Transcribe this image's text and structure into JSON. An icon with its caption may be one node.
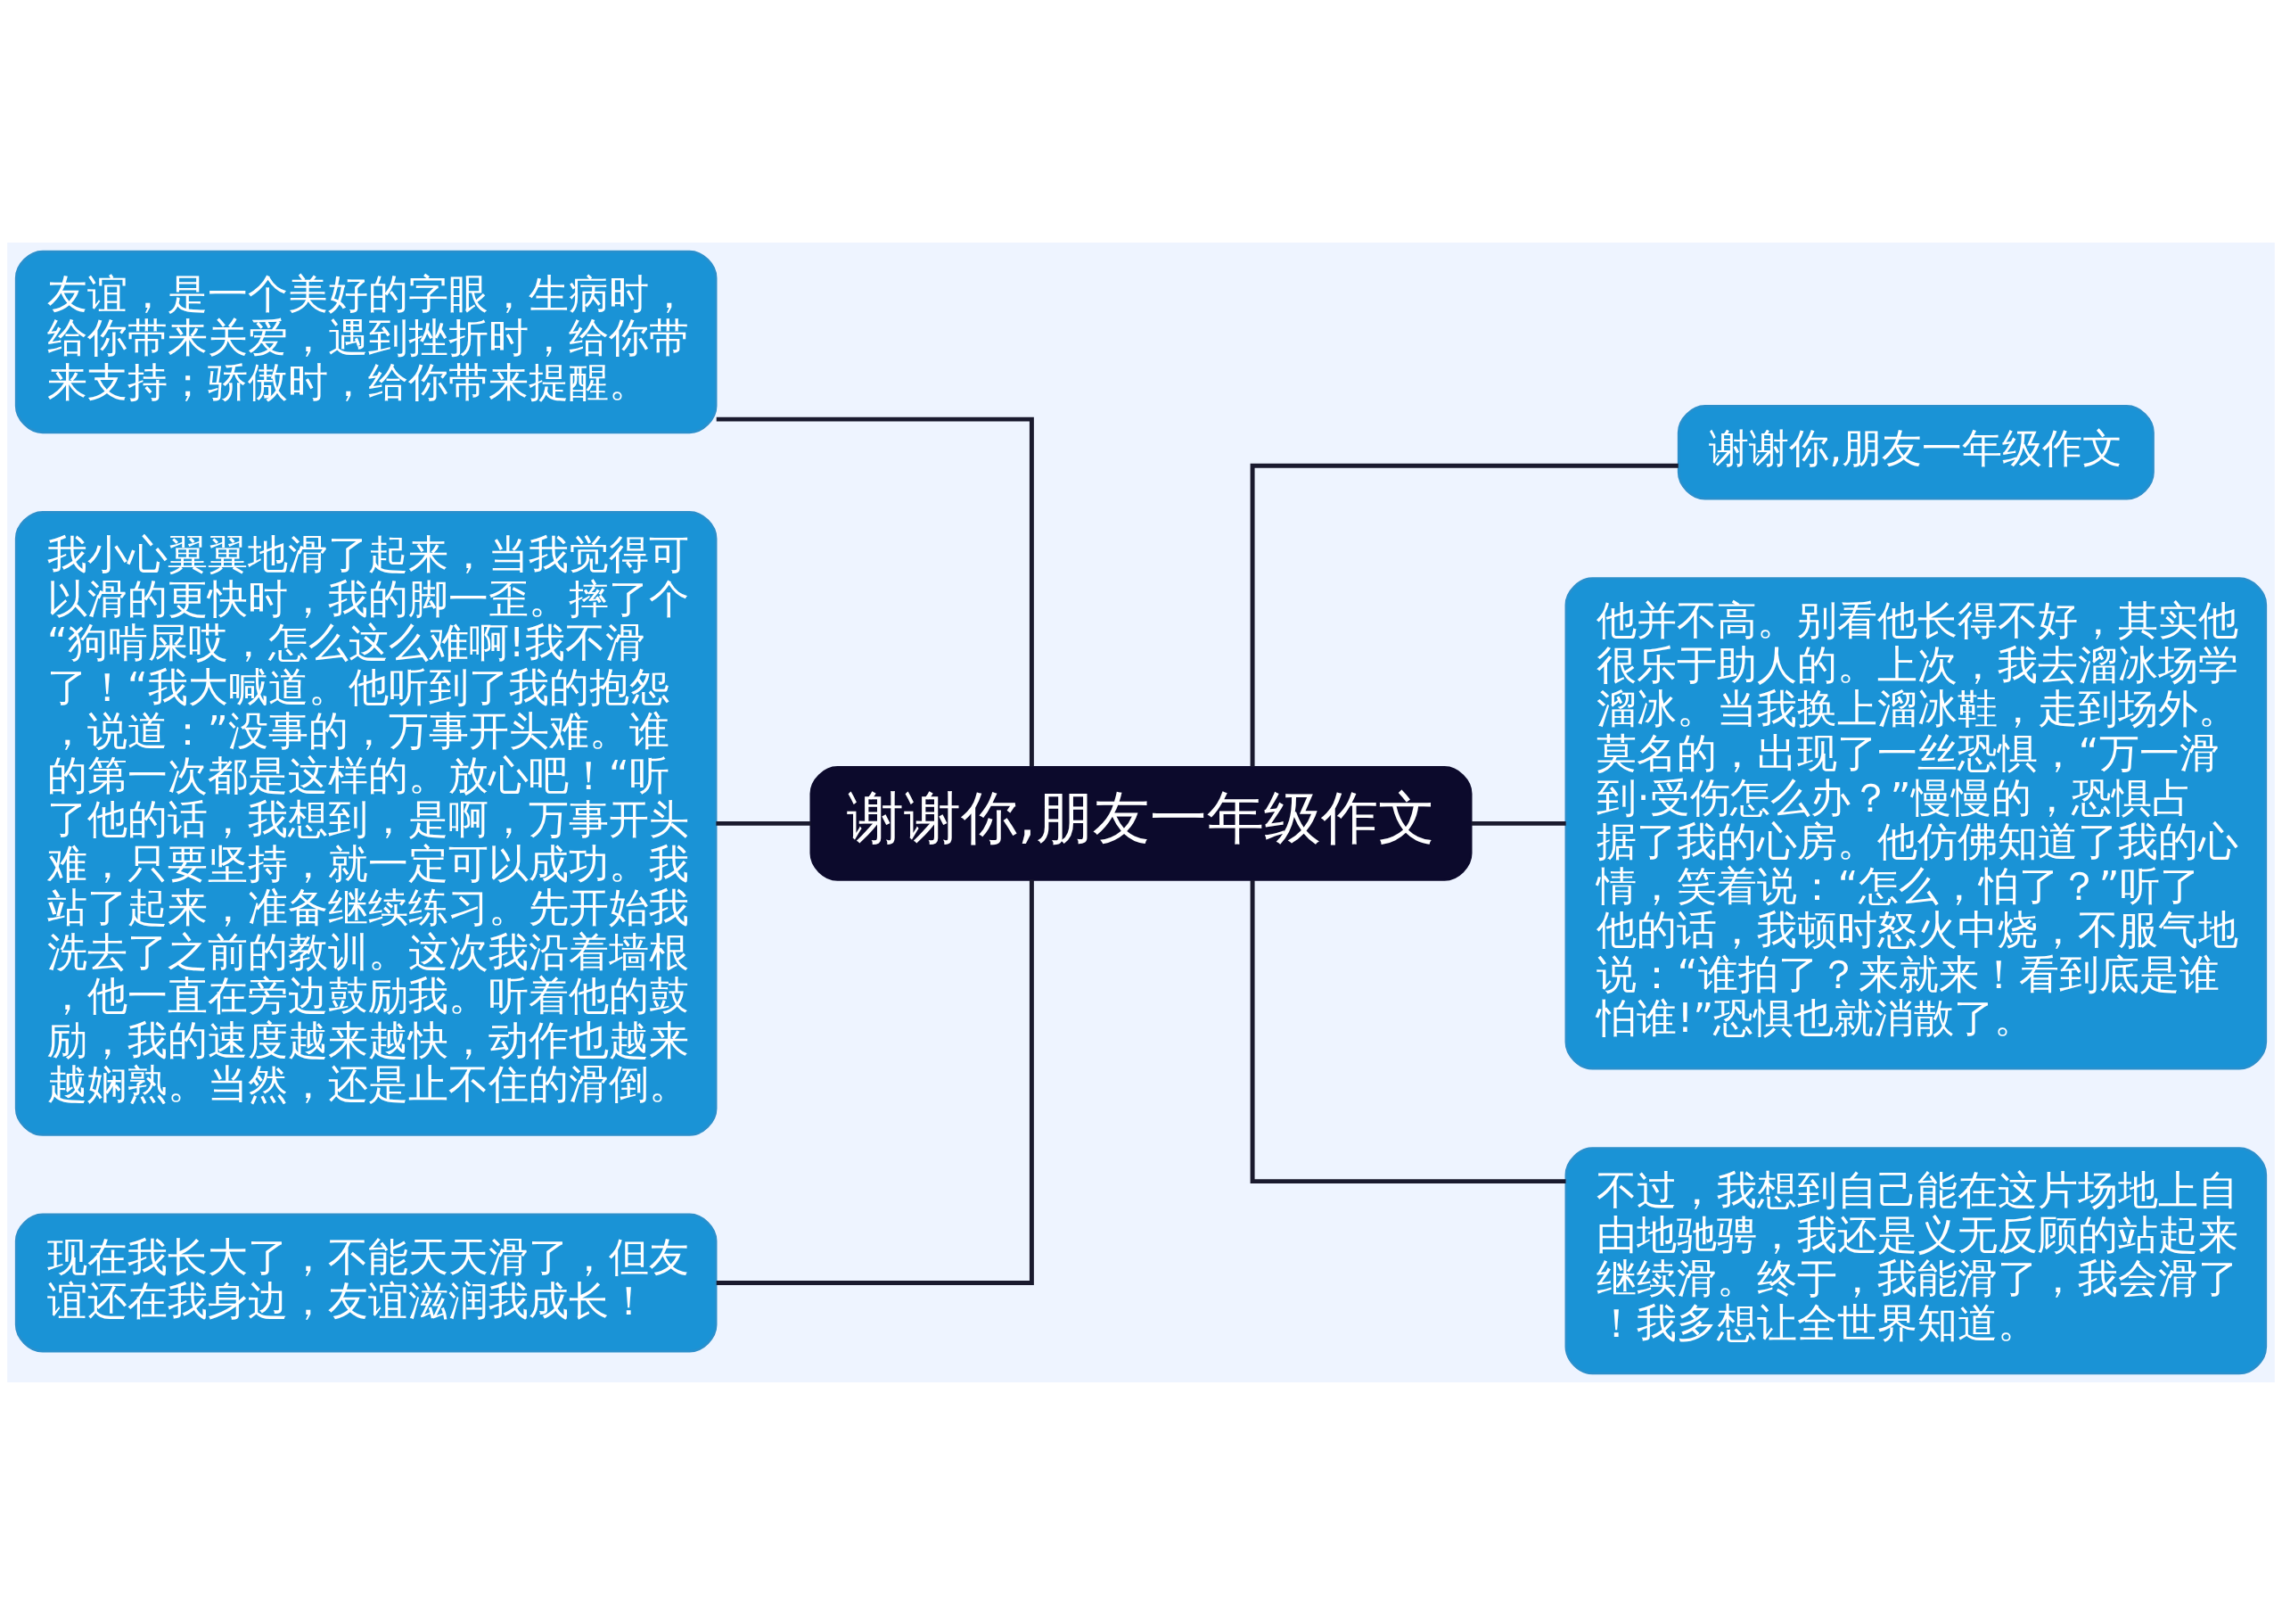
{
  "diagram": {
    "nodes": [
      {
        "text": [
          "谢谢你,朋友一年级作文"
        ]
      },
      {
        "text": [
          "友谊，是一个美好的字眼，生病时，给你带来关爱，遇到挫折时，给你带来支持；骄傲时，给你带来提醒。"
        ]
      },
      {
        "text": [
          "我小心翼翼地滑了起来，当我觉得可以滑的更快时，我的脚一歪。摔了个“狗啃屎哎，怎么这么难啊!我不滑了！“我大喊道。他听到了我的抱怨，说道：”没事的，万事开头难。谁的第一次都是这样的。放心吧！“听了他的话，我想到，是啊，万事开头难，只要坚持，就一定可以成功。我站了起来，准备继续练习。先开始我洗去了之前的教训。这次我沿着墙根，他一直在旁边鼓励我。听着他的鼓励，我的速度越来越快，动作也越来越娴熟。当然，还是止不住的滑倒。"
        ]
      },
      {
        "text": [
          "现在我长大了，不能天天滑了，但友谊还在我身边，友谊滋润我成长！"
        ]
      },
      {
        "text": [
          "谢谢你,朋友一年级作文"
        ]
      },
      {
        "text": [
          "他并不高。别看他长得不好，其实他很乐于助人的。上次，我去溜冰场学溜冰。当我换上溜冰鞋，走到场外。莫名的，出现了一丝恐惧，“万一滑到·受伤怎么办？”慢慢的，恐惧占据了我的心房。他仿佛知道了我的心情，笑着说：“怎么，怕了？”听了他的话，我顿时怒火中烧，不服气地说：“谁拍了？来就来！看到底是谁怕谁!”恐惧也就消散了。"
        ]
      },
      {
        "text": [
          "不过，我想到自己能在这片场地上自由地驰骋，我还是义无反顾的站起来继续滑。终于，我能滑了，我会滑了！我多想让全世界知道。"
        ]
      }
    ],
    "edges": [
      {
        "from": 0,
        "to": 1,
        "arrow": "none"
      },
      {
        "from": 0,
        "to": 2,
        "arrow": "none"
      },
      {
        "from": 0,
        "to": 3,
        "arrow": "none"
      },
      {
        "from": 0,
        "to": 4,
        "arrow": "none"
      },
      {
        "from": 0,
        "to": 5,
        "arrow": "none"
      },
      {
        "from": 0,
        "to": 6,
        "arrow": "none"
      }
    ]
  }
}
